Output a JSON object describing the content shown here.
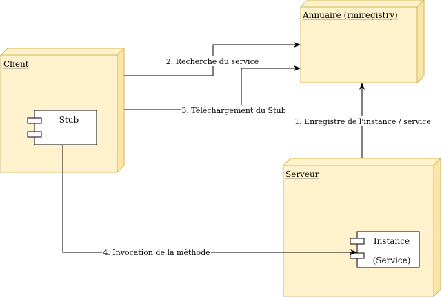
{
  "colors": {
    "node_fill": "#fff2cc",
    "node_side": "#fbe6a7",
    "node_stroke": "#d6b656",
    "line": "#000000",
    "component_fill": "#ffffff"
  },
  "nodes": {
    "annuaire": {
      "title": "Annuaire (rmiregistry)"
    },
    "client": {
      "title": "Client"
    },
    "serveur": {
      "title": "Serveur"
    }
  },
  "components": {
    "stub": {
      "label": "Stub"
    },
    "instance": {
      "label_line1": "Instance",
      "label_line2": "(Service)"
    }
  },
  "edges": {
    "register": {
      "label": "1. Enregistre de l'instance / service"
    },
    "lookup": {
      "label": "2. Recherche du service"
    },
    "download": {
      "label": "3. Téléchargement du Stub"
    },
    "invoke": {
      "label": "4. Invocation de la méthode"
    }
  }
}
